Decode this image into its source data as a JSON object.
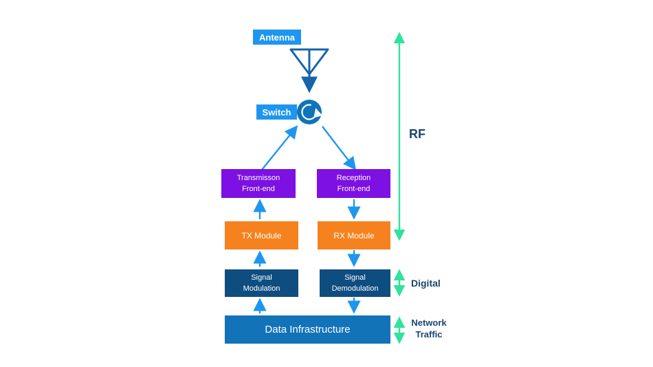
{
  "diagram": {
    "nodes": {
      "antenna": {
        "label": "Antenna"
      },
      "switch": {
        "label": "Switch"
      },
      "tx_frontend": {
        "label": "Transmisson\nFront-end"
      },
      "rx_frontend": {
        "label": "Reception\nFront-end"
      },
      "tx_module": {
        "label": "TX Module"
      },
      "rx_module": {
        "label": "RX Module"
      },
      "signal_modulation": {
        "label": "Signal\nModulation"
      },
      "signal_demodulation": {
        "label": "Signal\nDemodulation"
      },
      "data_infrastructure": {
        "label": "Data Infrastructure"
      }
    },
    "sections": {
      "rf": {
        "label": "RF"
      },
      "digital": {
        "label": "Digital"
      },
      "network_traffic": {
        "label": "Network\nTraffic"
      }
    },
    "icons": {
      "antenna": "antenna-icon",
      "switch": "circulator-rotate-arrow-icon",
      "brackets": "double-headed-arrow"
    },
    "colors": {
      "label_blue": "#1E96F0",
      "arrow_blue": "#1E96F0",
      "antenna_navy": "#1565A9",
      "switch_fill": "#1173B8",
      "frontend_purple": "#7D10E3",
      "module_orange": "#F5821F",
      "signal_navy": "#0E4D80",
      "infrastructure_blue": "#1273B8",
      "bracket_green": "#2EE39B",
      "section_text_navy": "#1A4570",
      "background": "#FFFFFF"
    }
  }
}
